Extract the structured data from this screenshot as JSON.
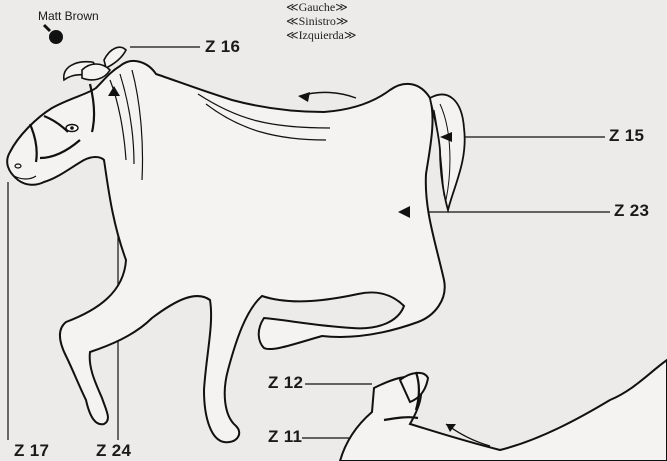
{
  "author_label": "Matt Brown",
  "languages": [
    "≪Gauche≫",
    "≪Sinistro≫",
    "≪Izquierda≫"
  ],
  "callouts": {
    "z16": "Z 16",
    "z15": "Z 15",
    "z23": "Z 23",
    "z12": "Z 12",
    "z11": "Z 11",
    "z17": "Z 17",
    "z24": "Z 24"
  }
}
